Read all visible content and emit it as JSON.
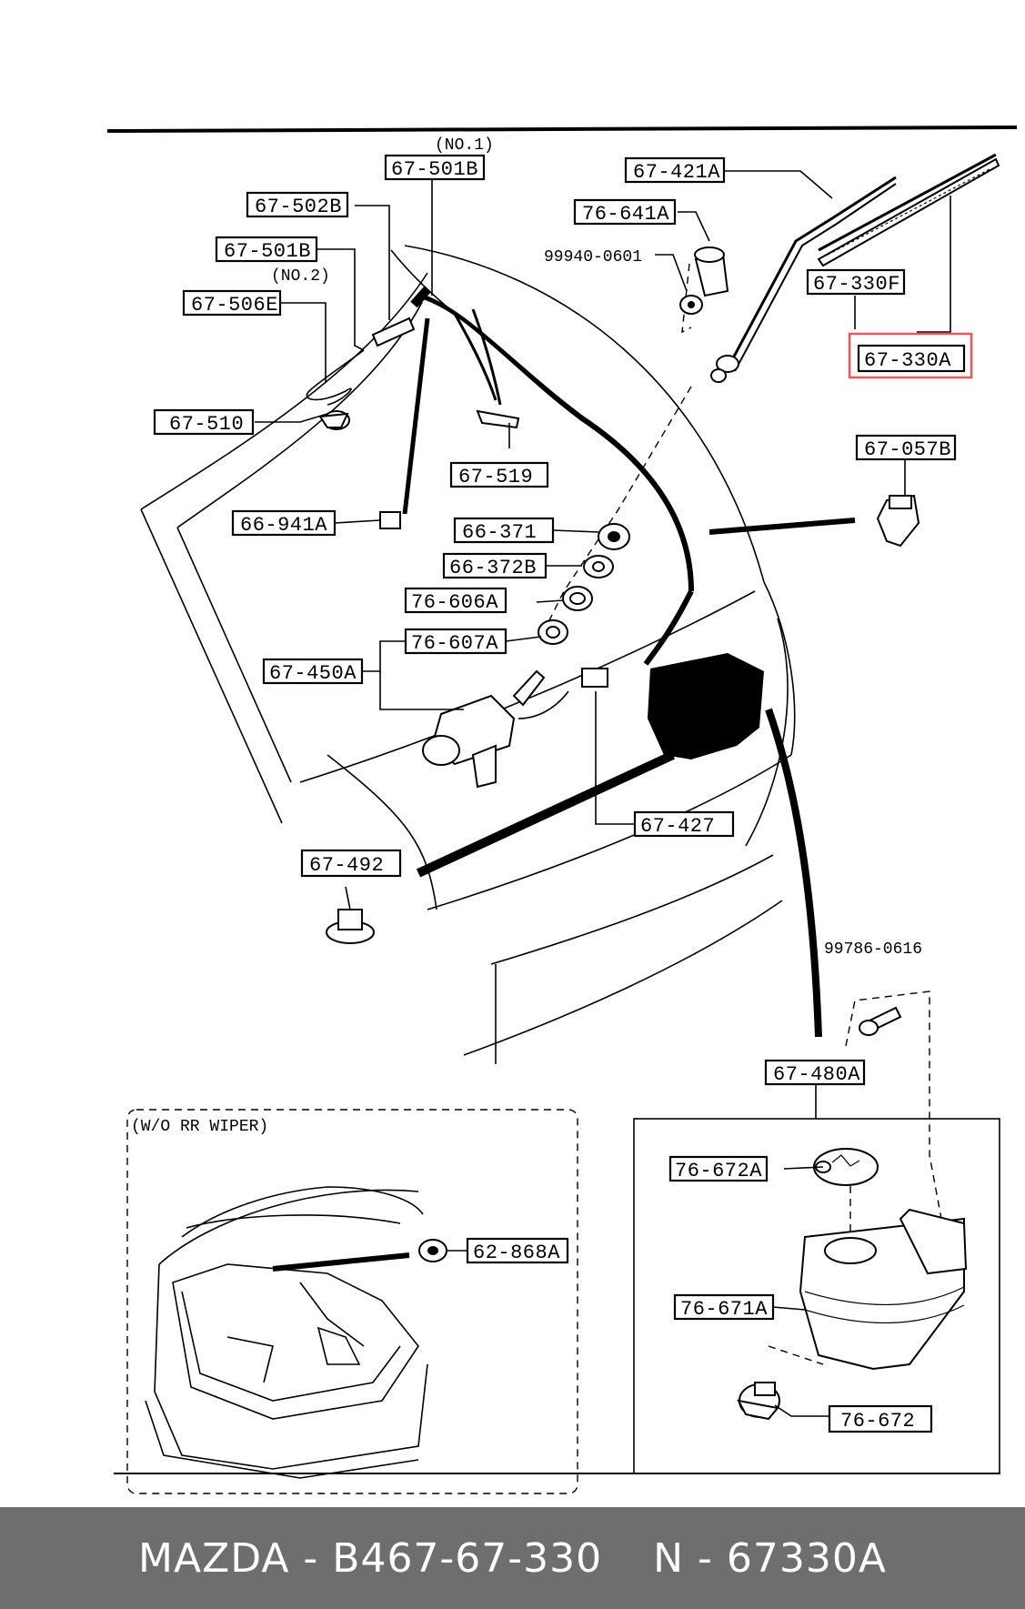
{
  "labels": {
    "no1": "(NO.1)",
    "p67_501B_top": "67-501B",
    "p67_502B": "67-502B",
    "p67_501B_no2": "67-501B",
    "no2": "(NO.2)",
    "p67_506E": "67-506E",
    "p67_510": "67-510",
    "p67_519": "67-519",
    "p66_941A": "66-941A",
    "p67_421A": "67-421A",
    "p76_641A": "76-641A",
    "p99940_0601": "99940-0601",
    "p67_330F": "67-330F",
    "p67_330A": "67-330A",
    "p67_057B": "67-057B",
    "p66_371": "66-371",
    "p66_372B": "66-372B",
    "p76_606A": "76-606A",
    "p76_607A": "76-607A",
    "p67_450A": "67-450A",
    "p67_427": "67-427",
    "p67_492": "67-492",
    "p99786_0616": "99786-0616",
    "p67_480A": "67-480A",
    "wo_rr_wiper": "(W/O RR WIPER)",
    "p62_868A": "62-868A",
    "p76_672A": "76-672A",
    "p76_671A": "76-671A",
    "p76_672": "76-672"
  },
  "highlight_color": "#f2545b",
  "footer": {
    "brand_part": "MAZDA - B467-67-330",
    "n_part": "N - 67330A"
  }
}
